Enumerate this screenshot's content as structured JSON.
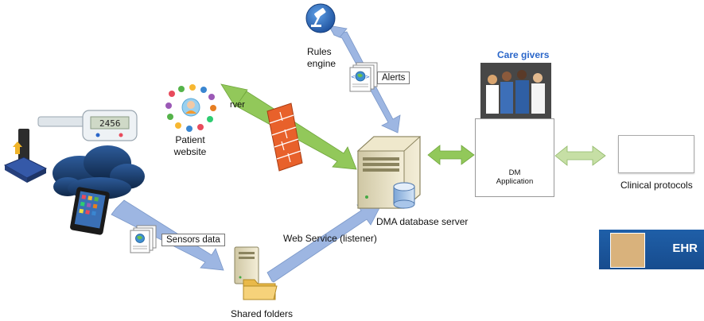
{
  "labels": {
    "rules_engine_line1": "Rules",
    "rules_engine_line2": "engine",
    "alerts": "Alerts",
    "care_givers": "Care givers",
    "patient_line1": "Patient",
    "patient_line2": "website",
    "server_partial": "rver",
    "dm_line1": "DM",
    "dm_line2": "Application",
    "clinical_protocols": "Clinical protocols",
    "dma_server": "DMA database server",
    "web_service": "Web Service (listener)",
    "sensors_data": "Sensors data",
    "shared_folders": "Shared folders",
    "ehr": "EHR"
  },
  "colors": {
    "blue_arrow": "#9db6e2",
    "green_arrow": "#92c85a",
    "firewall": "#e8612b",
    "cloud": "#1b3f73",
    "care_title": "#2a66c9",
    "ehr_banner": "#1f5fa8"
  },
  "icons": {
    "rules": "gavel-icon",
    "firewall": "brick-wall-icon",
    "dm_app": "stethoscope-icon",
    "globe": "globe-icon",
    "server": "server-tower-icon",
    "database": "database-cylinder-icon",
    "folder": "folder-icon",
    "cloud": "cloud-icon",
    "phone": "smartphone-icon",
    "glucometer": "glucometer-icon",
    "scale": "scale-device-icon"
  }
}
